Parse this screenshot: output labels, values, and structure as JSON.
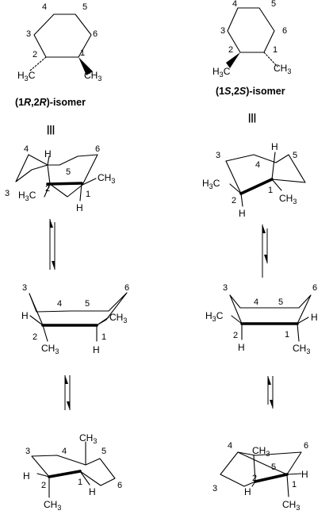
{
  "isomers": {
    "left_title": {
      "p1": "(1",
      "i1": "R",
      "p2": ",2",
      "i2": "R",
      "p3": ")-isomer"
    },
    "right_title": {
      "p1": "(1",
      "i1": "S",
      "p2": ",2",
      "i2": "S",
      "p3": ")-isomer"
    }
  },
  "atoms": {
    "H": "H",
    "C": "C",
    "sub3": "3",
    "CH": "CH",
    "n1": "1",
    "n2": "2",
    "n3": "3",
    "n4": "4",
    "n5": "5",
    "n6": "6"
  },
  "equivalence_symbol": "|||"
}
